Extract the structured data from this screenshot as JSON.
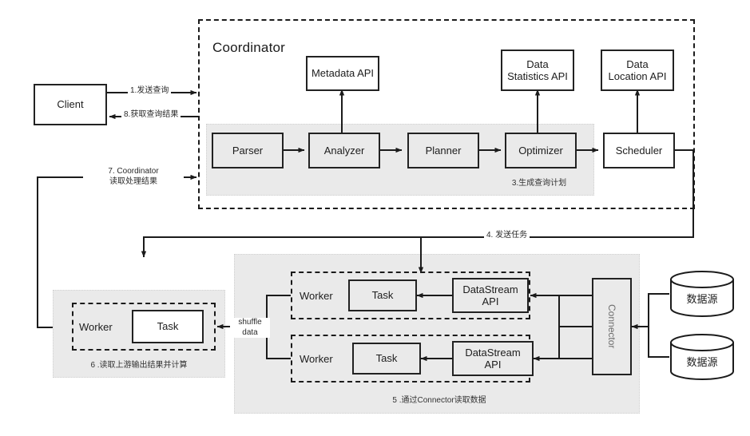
{
  "diagram": {
    "title": "Coordinator",
    "nodes": {
      "client": "Client",
      "metadata_api": "Metadata API",
      "data_statistics_api": "Data\nStatistics API",
      "data_statistics_api_l1": "Data",
      "data_statistics_api_l2": "Statistics API",
      "data_location_api_l1": "Data",
      "data_location_api_l2": "Location API",
      "parser": "Parser",
      "analyzer": "Analyzer",
      "planner": "Planner",
      "optimizer": "Optimizer",
      "scheduler": "Scheduler",
      "worker_left": "Worker",
      "worker_top": "Worker",
      "worker_bottom": "Worker",
      "task_left": "Task",
      "task_top": "Task",
      "task_bottom": "Task",
      "datastream_api_top_l1": "DataStream",
      "datastream_api_top_l2": "API",
      "datastream_api_bottom_l1": "DataStream",
      "datastream_api_bottom_l2": "API",
      "connector": "Connector",
      "datasource_top": "数据源",
      "datasource_bottom": "数据源"
    },
    "edge_labels": {
      "send_query": "1.发送查询",
      "get_query_result": "8.获取查询结果",
      "coordinator_read_l1": "7. Coordinator",
      "coordinator_read_l2": "读取处理结果",
      "send_task": "4. 发送任务",
      "shuffle_l1": "shuffle",
      "shuffle_l2": "data"
    },
    "captions": {
      "generate_plan": "3.生成查询计划",
      "read_upstream": "6 .读取上游输出结果并计算",
      "read_via_connector": "5 .通过Connector读取数据"
    },
    "colors": {
      "stroke": "#1b1b1b",
      "band": "#eaeaea",
      "node_fill": "#ffffff",
      "canvas": "#ffffff"
    }
  }
}
